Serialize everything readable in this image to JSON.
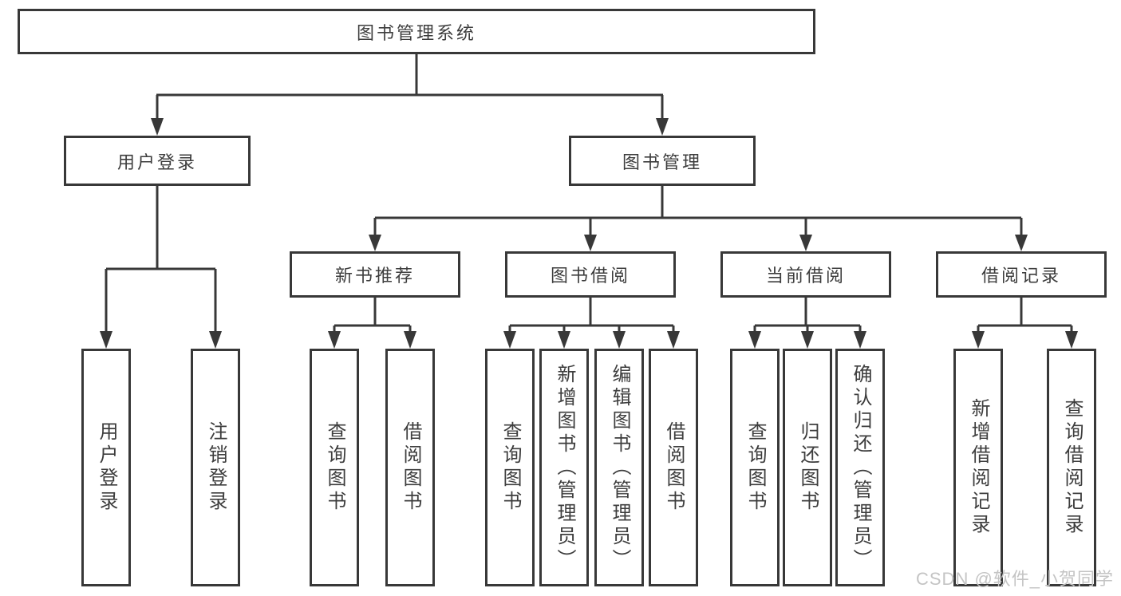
{
  "tree": {
    "root": "图书管理系统",
    "user_login": {
      "label": "用户登录",
      "leaves": {
        "login": "用户登录",
        "logout": "注销登录"
      }
    },
    "book_management": {
      "label": "图书管理",
      "new_book": {
        "label": "新书推荐",
        "leaves": {
          "query": "查询图书",
          "borrow": "借阅图书"
        }
      },
      "book_borrow": {
        "label": "图书借阅",
        "leaves": {
          "query": "查询图书",
          "add": "新增图书（管理员）",
          "edit": "编辑图书（管理员）",
          "borrow": "借阅图书"
        }
      },
      "current_borrow": {
        "label": "当前借阅",
        "leaves": {
          "query": "查询图书",
          "return": "归还图书",
          "confirm": "确认归还（管理员）"
        }
      },
      "borrow_record": {
        "label": "借阅记录",
        "leaves": {
          "add": "新增借阅记录",
          "query": "查询借阅记录"
        }
      }
    }
  },
  "watermark": "CSDN @软件_小贺同学",
  "colors": {
    "line": "#383838",
    "text": "#3d3d3d",
    "background": "#ffffff",
    "watermark": "#c4c4c4"
  }
}
